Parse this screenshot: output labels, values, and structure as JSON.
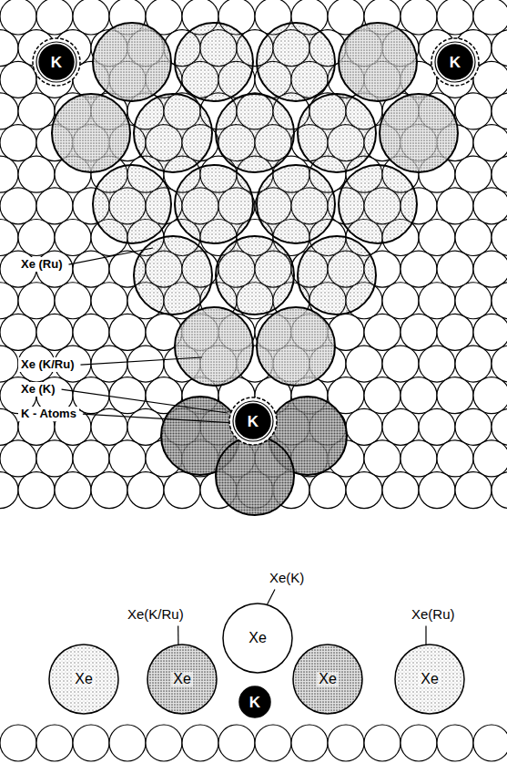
{
  "diagram": {
    "nodes": [
      {
        "text": [
          "K"
        ]
      },
      {
        "text": [
          "K"
        ]
      },
      {
        "text": [
          "K"
        ]
      },
      {
        "text": [
          "Xe"
        ]
      },
      {
        "text": [
          "Xe"
        ]
      },
      {
        "text": [
          "Xe"
        ]
      },
      {
        "text": [
          "Xe"
        ]
      },
      {
        "text": [
          "Xe"
        ]
      },
      {
        "text": [
          "K"
        ]
      }
    ],
    "labels": [
      "Xe (Ru)",
      "Xe (K/Ru)",
      "Xe (K)",
      "K - Atoms",
      "Xe(K)",
      "Xe(K/Ru)",
      "Xe(Ru)"
    ]
  }
}
